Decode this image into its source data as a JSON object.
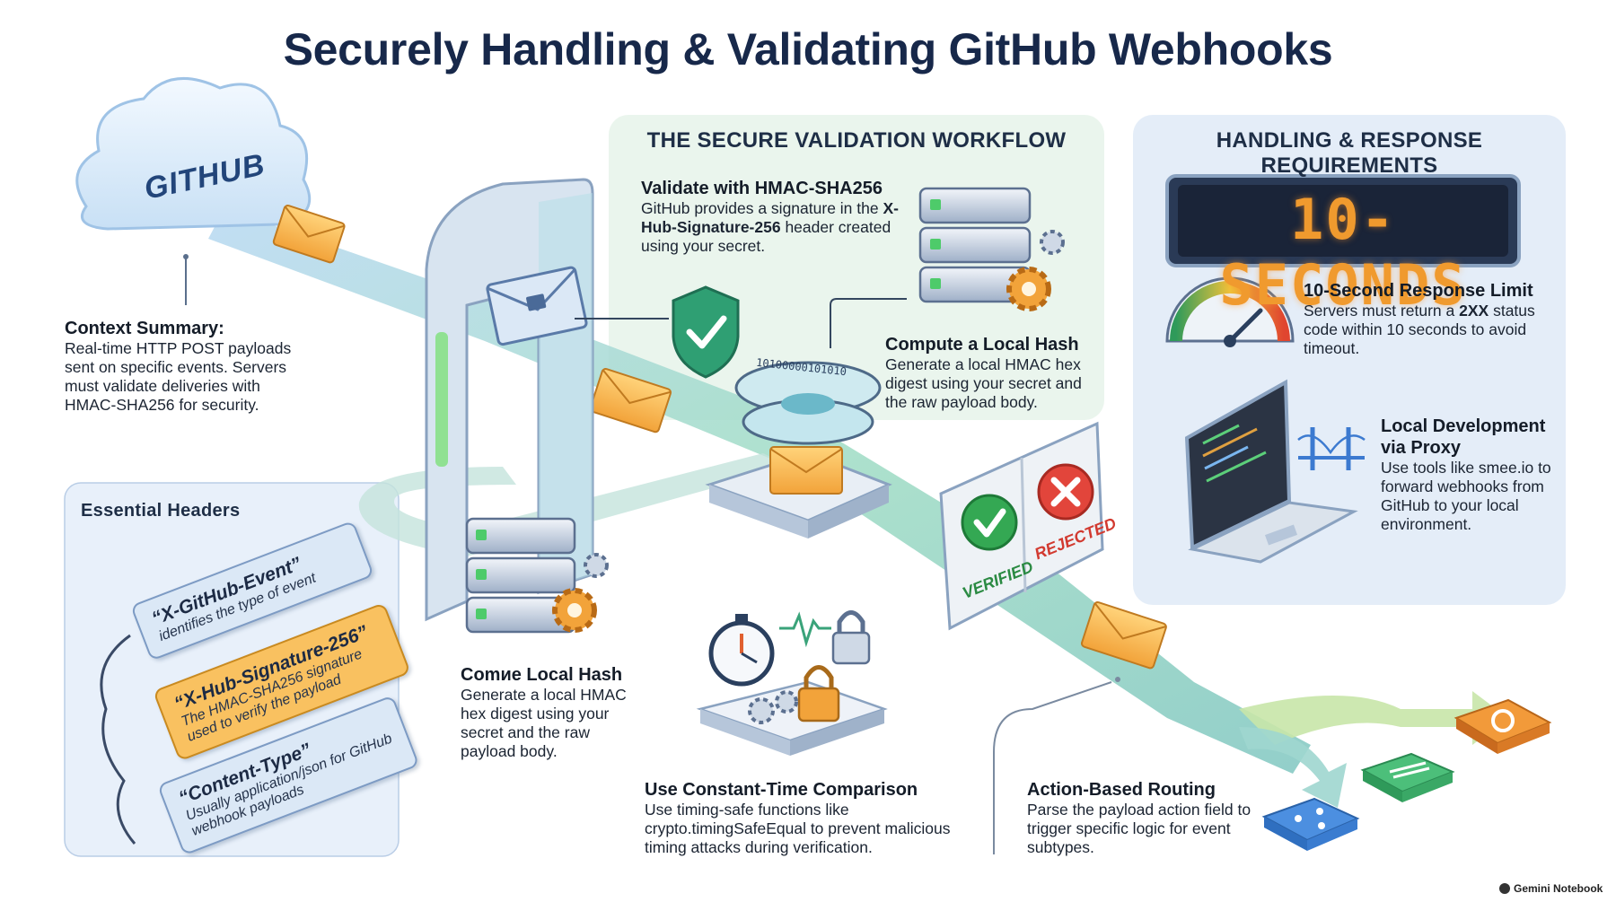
{
  "title": "Securely Handling & Validating GitHub Webhooks",
  "github_cloud_label": "GITHUB",
  "context": {
    "heading": "Context Summary:",
    "body": "Real-time HTTP POST payloads sent on specific events. Servers must validate deliveries with HMAC-SHA256 for security."
  },
  "headers_panel": {
    "title": "Essential Headers",
    "tags": [
      {
        "name": "“X-GitHub-Event”",
        "desc": "identifies the type of event"
      },
      {
        "name": "“X-Hub-Signature-256”",
        "desc": "The HMAC-SHA256 signature used to verify the payload"
      },
      {
        "name": "“Content-Type”",
        "desc": "Usually application/json for GitHub webhook payloads"
      }
    ]
  },
  "workflow": {
    "heading": "THE SECURE VALIDATION WORKFLOW",
    "validate": {
      "heading": "Validate with HMAC-SHA256",
      "body_pre": "GitHub provides a signature in the",
      "body_bold": "X-Hub-Signature-256",
      "body_post": "header created using your secret."
    },
    "compute": {
      "heading": "Compute a Local Hash",
      "body": "Generate a local HMAC hex digest using your secret and the raw payload body."
    },
    "compute2": {
      "heading": "Comиe Local Hash",
      "body": "Generate a local HMAC hex digest using your secret and the raw payload body."
    },
    "constant_time": {
      "heading": "Use Constant-Time Comparison",
      "body": "Use timing-safe functions like crypto.timingSafeEqual to prevent malicious timing attacks during verification."
    },
    "routing": {
      "heading": "Action-Based Routing",
      "body": "Parse the payload action field to trigger specific logic for event subtypes."
    },
    "verified_label": "VERIFIED",
    "rejected_label": "REJECTED",
    "binary_text": "10100000101010"
  },
  "requirements": {
    "heading": "HANDLING & RESPONSE REQUIREMENTS",
    "display": "10-SECONDS",
    "limit": {
      "heading": "10-Second Response Limit",
      "body_pre": "Servers must return a",
      "body_bold": "2XX",
      "body_post": "status code within 10 seconds to avoid timeout."
    },
    "proxy": {
      "heading": "Local Development via Proxy",
      "body": "Use tools like smee.io to forward webhooks from GitHub to your local environment."
    }
  },
  "brand": "Gemini Notebook",
  "icons": [
    "envelope-icon",
    "shield-check-icon",
    "server-icon",
    "gear-icon",
    "stopwatch-icon",
    "padlock-icon",
    "gauge-icon",
    "laptop-icon",
    "bridge-icon",
    "share-icon",
    "sliders-icon"
  ],
  "colors": {
    "title": "#17284a",
    "accent_orange": "#f0a13a",
    "verified": "#2fa84a",
    "rejected": "#e23b3b",
    "panel_green": "#e8f4ec",
    "panel_blue": "#e6eef8"
  }
}
